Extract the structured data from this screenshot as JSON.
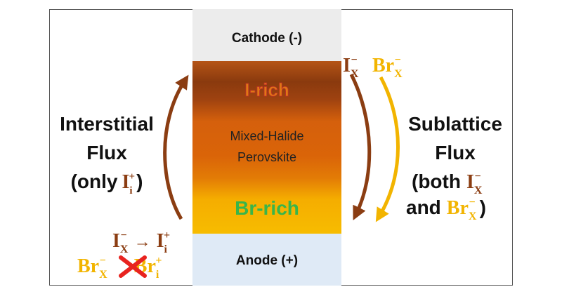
{
  "colors": {
    "iodide": "#8b3d12",
    "bromide": "#f2b400",
    "green_label": "#39b54a",
    "red_cross": "#e8231f",
    "cathode_bg": "#ececec",
    "anode_bg": "#dfeaf6",
    "text_dark": "#111111"
  },
  "device": {
    "cathode_label": "Cathode (-)",
    "anode_label": "Anode (+)",
    "i_rich_label": "I-rich",
    "br_rich_label": "Br-rich",
    "center_line1": "Mixed-Halide",
    "center_line2": "Perovskite"
  },
  "left": {
    "line1": "Interstitial",
    "line2": "Flux",
    "line3_open": "(only",
    "line3_close": ")"
  },
  "right": {
    "line1": "Sublattice",
    "line2": "Flux",
    "line3_open": "(both",
    "line4_open": "and",
    "line4_close": ")"
  },
  "ions": {
    "I_base": "I",
    "Br_base": "Br",
    "sub_x": "X",
    "sub_i": "i",
    "minus": "−",
    "plus": "+",
    "arrow": "→"
  }
}
